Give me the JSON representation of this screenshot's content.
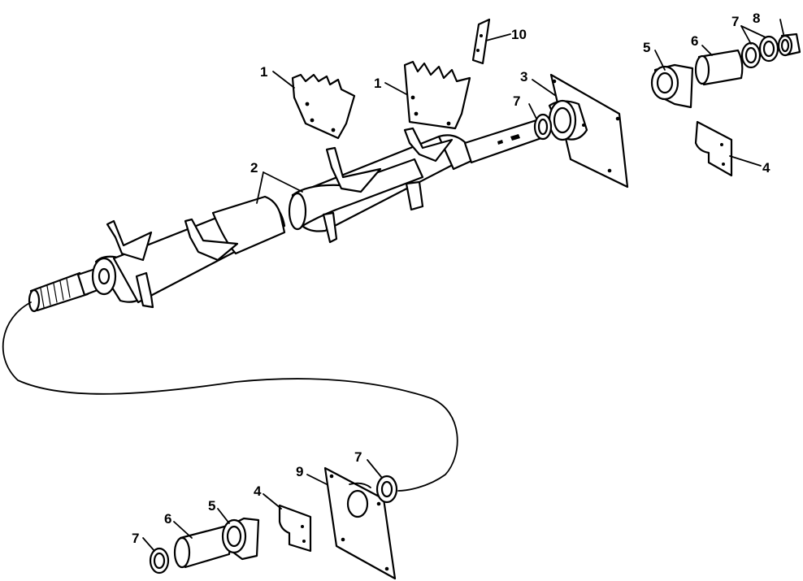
{
  "callouts": {
    "c1a": "1",
    "c1b": "1",
    "c2": "2",
    "c3": "3",
    "c4a": "4",
    "c4b": "4",
    "c5a": "5",
    "c5b": "5",
    "c6a": "6",
    "c6b": "6",
    "c7a": "7",
    "c7b": "7",
    "c7c": "7",
    "c7d": "7",
    "c8": "8",
    "c9": "9",
    "c10": "10"
  }
}
